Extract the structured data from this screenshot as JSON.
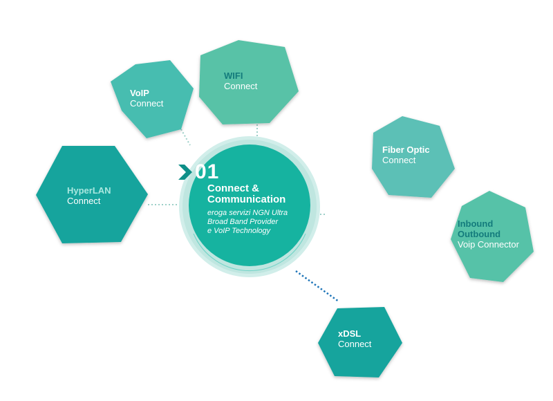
{
  "hub": {
    "number": "01",
    "title_line1": "Connect &",
    "title_line2": "Communication",
    "desc_line1": "eroga servizi NGN Ultra",
    "desc_line2": "Broad Band Provider",
    "desc_line3": "e VoIP Technology",
    "color": "#16b3a0",
    "ring_color": "#bfe6e0",
    "accent_color": "#0e8f88"
  },
  "nodes": [
    {
      "id": "voip",
      "title": "VoIP",
      "subtitle": "Connect",
      "fill": "#47bdb0",
      "title_color": "#ffffff"
    },
    {
      "id": "wifi",
      "title": "WIFI",
      "subtitle": "Connect",
      "fill": "#58c2a7",
      "title_color": "#137b7c"
    },
    {
      "id": "hyperlan",
      "title": "HyperLAN",
      "subtitle": "Connect",
      "fill": "#15a49d",
      "title_color": "#a9e7df"
    },
    {
      "id": "fiber",
      "title": "Fiber Optic",
      "subtitle": "Connect",
      "fill": "#5cc0b6",
      "title_color": "#ffffff"
    },
    {
      "id": "inbound",
      "title_line1": "Inbound",
      "title_line2": "Outbound",
      "subtitle": "Voip Connector",
      "fill": "#56c2a8",
      "title_color": "#137b7c"
    },
    {
      "id": "xdsl",
      "title": "xDSL",
      "subtitle": "Connect",
      "fill": "#15a49d",
      "title_color": "#ffffff"
    }
  ]
}
